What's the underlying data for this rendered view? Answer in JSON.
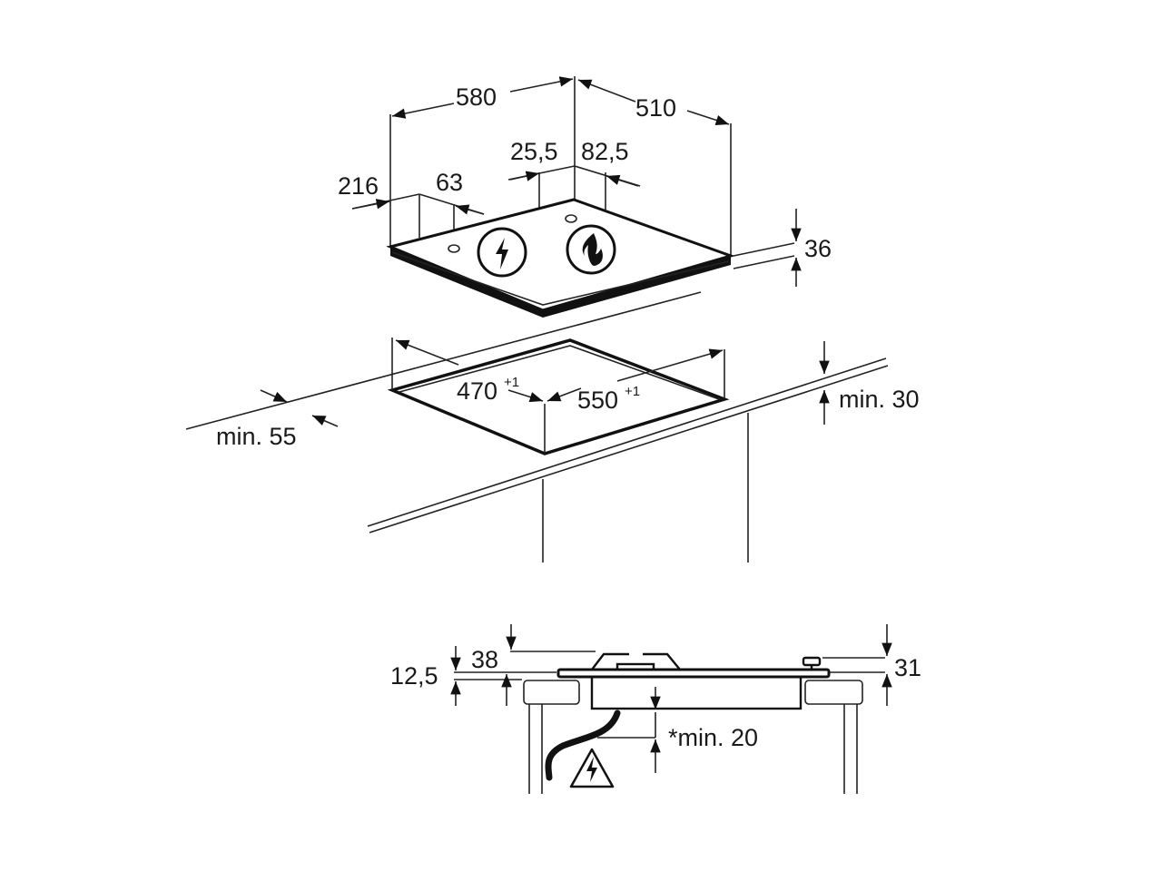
{
  "top_view": {
    "width": "580",
    "depth": "510",
    "left_offset": "216",
    "left_offset2": "63",
    "back_offset1": "25,5",
    "back_offset2": "82,5",
    "height": "36",
    "icons": [
      "electric-zone-icon",
      "gas-flame-icon"
    ]
  },
  "cutout": {
    "depth": "470",
    "depth_tol": "+1",
    "width": "550",
    "width_tol": "+1",
    "front_clearance": "min. 55",
    "back_clearance": "min. 30"
  },
  "section_view": {
    "plate_height": "12,5",
    "burner_height": "38",
    "knob_height": "31",
    "bottom_clearance": "*min. 20",
    "warning_icon": "electric-hazard-icon"
  },
  "colors": {
    "line": "#111111",
    "background": "#ffffff"
  }
}
